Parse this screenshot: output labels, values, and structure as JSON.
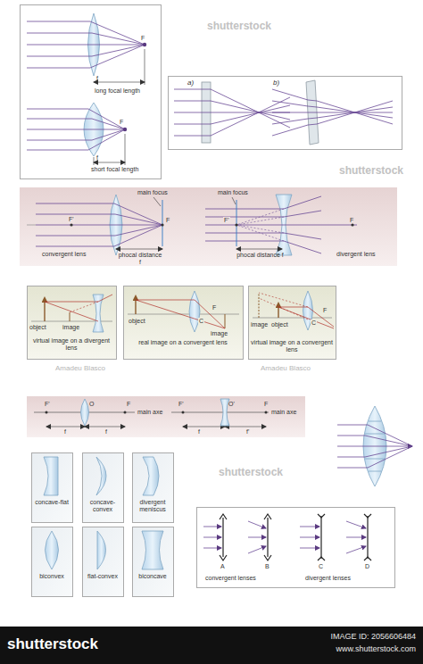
{
  "diagram": {
    "nodes": [
      {
        "text": [
          "F",
          "f",
          "long focal length",
          "F",
          "f",
          "short focal length"
        ]
      },
      {
        "text": [
          "a)",
          "b)"
        ]
      },
      {
        "text": [
          "main focus",
          "F'",
          "F",
          "phocal distance f",
          "convergent lens",
          "main focus",
          "F'",
          "F",
          "phocal distance f",
          "divergent lens"
        ]
      },
      {
        "text": [
          "object",
          "image",
          "virtual image on a divergent lens"
        ]
      },
      {
        "text": [
          "object",
          "C",
          "F",
          "image",
          "real image on a convergent lens"
        ]
      },
      {
        "text": [
          "image",
          "object",
          "C",
          "F",
          "virtual image on a convergent lens"
        ]
      },
      {
        "text": [
          "F'",
          "O",
          "F",
          "f",
          "f",
          "main axe",
          "F'",
          "O'",
          "F",
          "f",
          "f'",
          "main axe"
        ]
      },
      {
        "text": [
          "concave-flat"
        ]
      },
      {
        "text": [
          "concave-convex"
        ]
      },
      {
        "text": [
          "divergent meniscus"
        ]
      },
      {
        "text": [
          "biconvex"
        ]
      },
      {
        "text": [
          "flat-convex"
        ]
      },
      {
        "text": [
          "biconcave"
        ]
      },
      {
        "text": [
          "A",
          "B",
          "C",
          "D",
          "convergent lenses",
          "divergent lenses"
        ]
      }
    ],
    "labels": [
      "shutterstock",
      "shutterstock",
      "shutterstock",
      "Amadeu Blasco",
      "Amadeu Blasco",
      "shutterstock",
      "IMAGE ID: 2056606484",
      "www.shutterstock.com"
    ]
  }
}
